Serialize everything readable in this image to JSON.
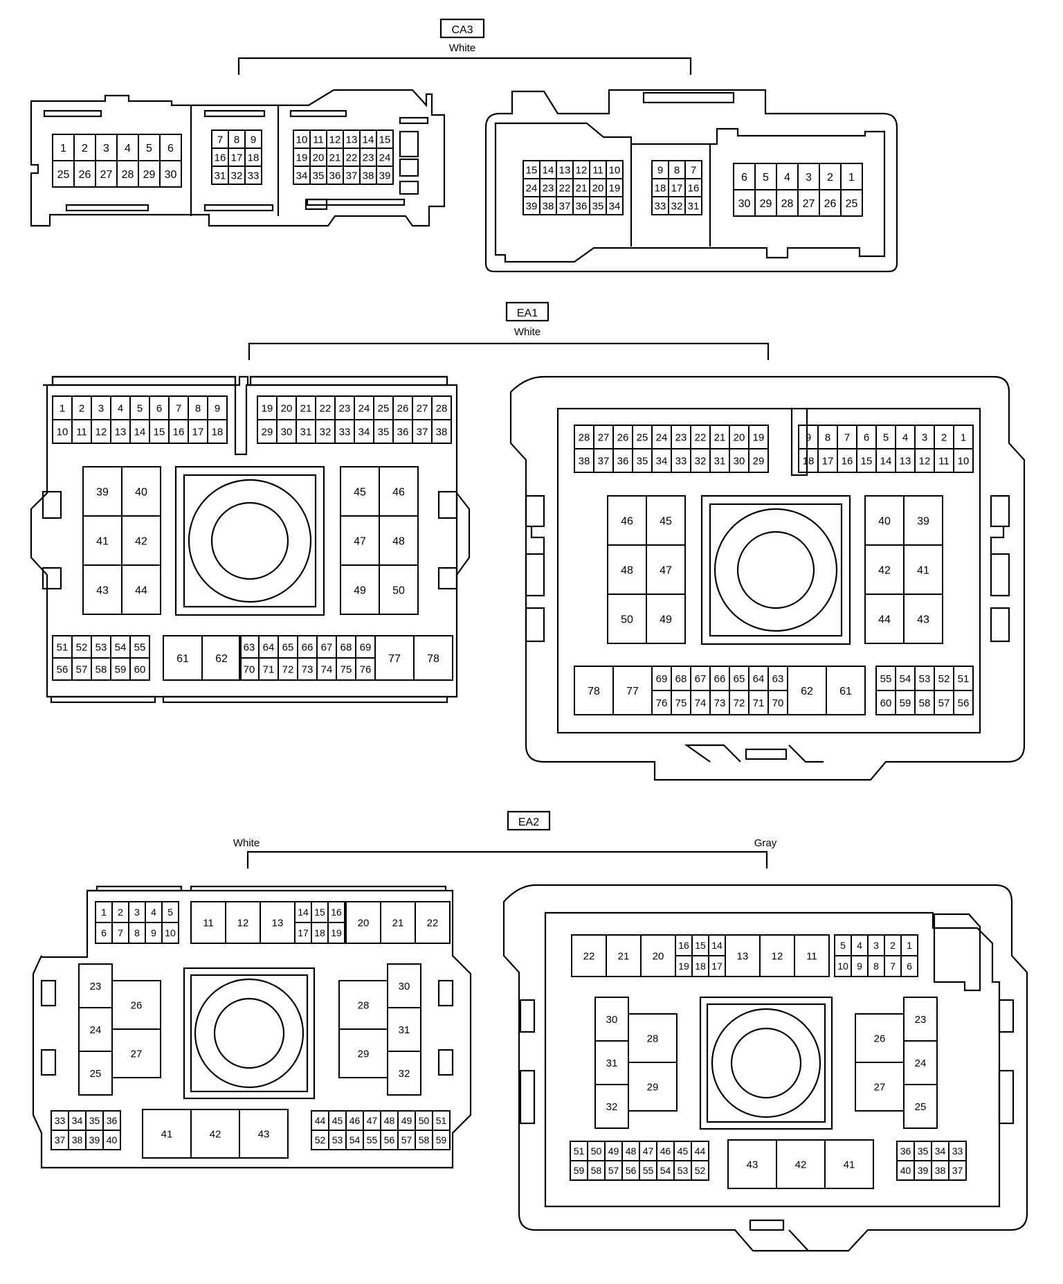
{
  "connectors": [
    {
      "id": "ca3",
      "name": "CA3",
      "colors": [
        "White"
      ]
    },
    {
      "id": "ea1",
      "name": "EA1",
      "colors": [
        "White"
      ]
    },
    {
      "id": "ea2",
      "name": "EA2",
      "colors": [
        "White",
        "Gray"
      ]
    }
  ],
  "ca3_left": {
    "g1": [
      [
        "1",
        "2",
        "3",
        "4",
        "5",
        "6"
      ],
      [
        "25",
        "26",
        "27",
        "28",
        "29",
        "30"
      ]
    ],
    "g2": [
      [
        "7",
        "8",
        "9"
      ],
      [
        "16",
        "17",
        "18"
      ],
      [
        "31",
        "32",
        "33"
      ]
    ],
    "g3": [
      [
        "10",
        "11",
        "12",
        "13",
        "14",
        "15"
      ],
      [
        "19",
        "20",
        "21",
        "22",
        "23",
        "24"
      ],
      [
        "34",
        "35",
        "36",
        "37",
        "38",
        "39"
      ]
    ]
  },
  "ca3_right": {
    "g1": [
      [
        "15",
        "14",
        "13",
        "12",
        "11",
        "10"
      ],
      [
        "24",
        "23",
        "22",
        "21",
        "20",
        "19"
      ],
      [
        "39",
        "38",
        "37",
        "36",
        "35",
        "34"
      ]
    ],
    "g2": [
      [
        "9",
        "8",
        "7"
      ],
      [
        "18",
        "17",
        "16"
      ],
      [
        "33",
        "32",
        "31"
      ]
    ],
    "g3": [
      [
        "6",
        "5",
        "4",
        "3",
        "2",
        "1"
      ],
      [
        "30",
        "29",
        "28",
        "27",
        "26",
        "25"
      ]
    ]
  },
  "ea1_left": {
    "top1": [
      [
        "1",
        "2",
        "3",
        "4",
        "5",
        "6",
        "7",
        "8",
        "9"
      ],
      [
        "10",
        "11",
        "12",
        "13",
        "14",
        "15",
        "16",
        "17",
        "18"
      ]
    ],
    "top2": [
      [
        "19",
        "20",
        "21",
        "22",
        "23",
        "24",
        "25",
        "26",
        "27",
        "28"
      ],
      [
        "29",
        "30",
        "31",
        "32",
        "33",
        "34",
        "35",
        "36",
        "37",
        "38"
      ]
    ],
    "relayL": [
      [
        "39",
        "40"
      ],
      [
        "41",
        "42"
      ],
      [
        "43",
        "44"
      ]
    ],
    "relayR": [
      [
        "45",
        "46"
      ],
      [
        "47",
        "48"
      ],
      [
        "49",
        "50"
      ]
    ],
    "bot1": [
      [
        "51",
        "52",
        "53",
        "54",
        "55"
      ],
      [
        "56",
        "57",
        "58",
        "59",
        "60"
      ]
    ],
    "bigA": [
      "61",
      "62"
    ],
    "mid": [
      [
        "63",
        "64",
        "65",
        "66",
        "67",
        "68",
        "69"
      ],
      [
        "70",
        "71",
        "72",
        "73",
        "74",
        "75",
        "76"
      ]
    ],
    "bigB": [
      "77",
      "78"
    ]
  },
  "ea1_right": {
    "top1": [
      [
        "28",
        "27",
        "26",
        "25",
        "24",
        "23",
        "22",
        "21",
        "20",
        "19"
      ],
      [
        "38",
        "37",
        "36",
        "35",
        "34",
        "33",
        "32",
        "31",
        "30",
        "29"
      ]
    ],
    "top2": [
      [
        "9",
        "8",
        "7",
        "6",
        "5",
        "4",
        "3",
        "2",
        "1"
      ],
      [
        "18",
        "17",
        "16",
        "15",
        "14",
        "13",
        "12",
        "11",
        "10"
      ]
    ],
    "relayL": [
      [
        "46",
        "45"
      ],
      [
        "48",
        "47"
      ],
      [
        "50",
        "49"
      ]
    ],
    "relayR": [
      [
        "40",
        "39"
      ],
      [
        "42",
        "41"
      ],
      [
        "44",
        "43"
      ]
    ],
    "bigA": [
      "78",
      "77"
    ],
    "mid": [
      [
        "69",
        "68",
        "67",
        "66",
        "65",
        "64",
        "63"
      ],
      [
        "76",
        "75",
        "74",
        "73",
        "72",
        "71",
        "70"
      ]
    ],
    "bigB": [
      "62",
      "61"
    ],
    "bot2": [
      [
        "55",
        "54",
        "53",
        "52",
        "51"
      ],
      [
        "60",
        "59",
        "58",
        "57",
        "56"
      ]
    ]
  },
  "ea2_left": {
    "top1": [
      [
        "1",
        "2",
        "3",
        "4",
        "5"
      ],
      [
        "6",
        "7",
        "8",
        "9",
        "10"
      ]
    ],
    "topA": [
      "11",
      "12",
      "13"
    ],
    "topMid": [
      [
        "14",
        "15",
        "16"
      ],
      [
        "17",
        "18",
        "19"
      ]
    ],
    "topB": [
      "20",
      "21",
      "22"
    ],
    "smallL": [
      "23",
      "24",
      "25"
    ],
    "bigL": [
      "26",
      "27"
    ],
    "bigR": [
      "28",
      "29"
    ],
    "smallR": [
      "30",
      "31",
      "32"
    ],
    "bot1": [
      [
        "33",
        "34",
        "35",
        "36"
      ],
      [
        "37",
        "38",
        "39",
        "40"
      ]
    ],
    "bot2": [
      "41",
      "42",
      "43"
    ],
    "bot3": [
      [
        "44",
        "45",
        "46",
        "47",
        "48",
        "49",
        "50",
        "51"
      ],
      [
        "52",
        "53",
        "54",
        "55",
        "56",
        "57",
        "58",
        "59"
      ]
    ]
  },
  "ea2_right": {
    "topA": [
      "22",
      "21",
      "20"
    ],
    "topMid": [
      [
        "16",
        "15",
        "14"
      ],
      [
        "19",
        "18",
        "17"
      ]
    ],
    "topB": [
      "13",
      "12",
      "11"
    ],
    "top2": [
      [
        "5",
        "4",
        "3",
        "2",
        "1"
      ],
      [
        "10",
        "9",
        "8",
        "7",
        "6"
      ]
    ],
    "smallL": [
      "30",
      "31",
      "32"
    ],
    "bigL": [
      "28",
      "29"
    ],
    "bigR": [
      "26",
      "27"
    ],
    "smallR": [
      "23",
      "24",
      "25"
    ],
    "bot1": [
      [
        "51",
        "50",
        "49",
        "48",
        "47",
        "46",
        "45",
        "44"
      ],
      [
        "59",
        "58",
        "57",
        "56",
        "55",
        "54",
        "53",
        "52"
      ]
    ],
    "bot2": [
      "43",
      "42",
      "41"
    ],
    "bot3": [
      [
        "36",
        "35",
        "34",
        "33"
      ],
      [
        "40",
        "39",
        "38",
        "37"
      ]
    ]
  }
}
